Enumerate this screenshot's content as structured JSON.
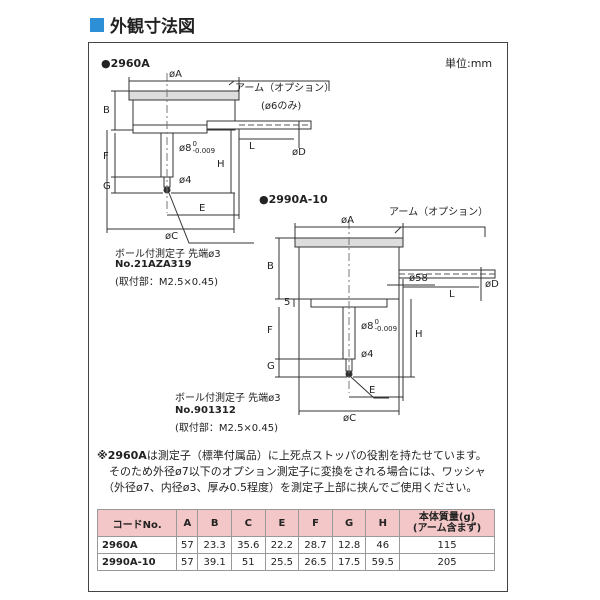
{
  "header": {
    "title": "外観寸法図"
  },
  "unit_label": "単位:mm",
  "model1": {
    "title": "●2960A",
    "arm_label": "アーム（オプション）",
    "arm_sub": "(ø6のみ)",
    "dim_a": "øA",
    "dim_b": "B",
    "dim_f": "F",
    "dim_g": "G",
    "dim_h": "H",
    "dim_l": "L",
    "dim_d": "øD",
    "dim_8": "ø8",
    "tol_top": "0",
    "tol_bot": "-0.009",
    "dim_4": "ø4",
    "dim_e": "E",
    "dim_c": "øC",
    "probe_label": "ボール付測定子 先端ø3",
    "probe_no": "No.21AZA319",
    "probe_mount": "(取付部：M2.5×0.45)"
  },
  "model2": {
    "title": "●2990A-10",
    "arm_label": "アーム（オプション）",
    "dim_a": "øA",
    "dim_b": "B",
    "dim_f": "F",
    "dim_g": "G",
    "dim_h": "H",
    "dim_5": "5",
    "dim_58": "ø58",
    "dim_l": "L",
    "dim_d": "øD",
    "dim_8": "ø8",
    "tol_top": "0",
    "tol_bot": "-0.009",
    "dim_4": "ø4",
    "dim_e": "E",
    "dim_c": "øC",
    "probe_label": "ボール付測定子 先端ø3",
    "probe_no": "No.901312",
    "probe_mount": "(取付部：M2.5×0.45)"
  },
  "notes": {
    "line1_bold": "※2960A",
    "line1": "は測定子（標準付属品）に上死点ストッパの役割を持たせています。",
    "line2": "そのため外径ø7以下のオプション測定子に変換をされる場合には、ワッシャ",
    "line3": "（外径ø7、内径ø3、厚み0.5程度）を測定子上部に挟んでご使用ください。"
  },
  "table": {
    "headers": [
      "コードNo.",
      "A",
      "B",
      "C",
      "E",
      "F",
      "G",
      "H",
      "本体質量(g)",
      "(アーム含まず)"
    ],
    "rows": [
      [
        "2960A",
        "57",
        "23.3",
        "35.6",
        "22.2",
        "28.7",
        "12.8",
        "46",
        "115"
      ],
      [
        "2990A-10",
        "57",
        "39.1",
        "51",
        "25.5",
        "26.5",
        "17.5",
        "59.5",
        "205"
      ]
    ]
  }
}
